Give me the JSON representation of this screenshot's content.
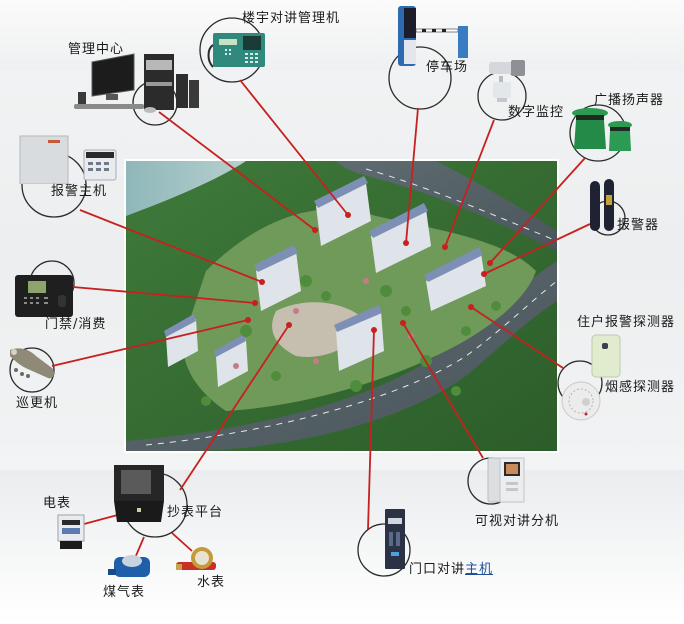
{
  "title": "智能小区系统示意图",
  "colors": {
    "connector_line": "#c8201e",
    "circle_stroke": "#2b2b2b",
    "background": "#eff0f1"
  },
  "center_image": {
    "subject": "residential-complex-aerial-view"
  },
  "devices": {
    "management_center": {
      "label": "管理中心",
      "icon": "desktop-computer-icon"
    },
    "building_intercom_manager": {
      "label": "楼宇对讲管理机",
      "icon": "intercom-console-icon"
    },
    "parking_lot": {
      "label": "停车场",
      "icon": "parking-barrier-gate-icon"
    },
    "digital_monitoring": {
      "label": "数字监控",
      "icon": "cctv-camera-icon"
    },
    "broadcast_speaker": {
      "label": "广播扬声器",
      "icon": "garden-speaker-icon"
    },
    "alarm_device": {
      "label": "报警器",
      "icon": "infrared-beam-detector-icon"
    },
    "alarm_host": {
      "label": "报警主机",
      "icon": "alarm-panel-icon"
    },
    "access_control": {
      "label": "门禁/消费",
      "icon": "access-terminal-icon"
    },
    "patrol_device": {
      "label": "巡更机",
      "icon": "patrol-wand-icon"
    },
    "household_alarm_detector": {
      "label": "住户报警探测器",
      "icon": "pir-motion-detector-icon"
    },
    "smoke_detector": {
      "label": "烟感探测器",
      "icon": "smoke-detector-icon"
    },
    "video_intercom_extension": {
      "label": "可视对讲分机",
      "icon": "video-door-phone-icon"
    },
    "door_intercom_host_prefix": "门口对讲",
    "door_intercom_host_suffix": "主机",
    "door_intercom_icon": "door-intercom-panel-icon",
    "meter_reading_platform": {
      "label": "抄表平台",
      "icon": "meter-reading-cabinet-icon"
    },
    "electricity_meter": {
      "label": "电表",
      "icon": "electricity-meter-icon"
    },
    "gas_meter": {
      "label": "煤气表",
      "icon": "gas-meter-icon"
    },
    "water_meter": {
      "label": "水表",
      "icon": "water-meter-icon"
    }
  }
}
